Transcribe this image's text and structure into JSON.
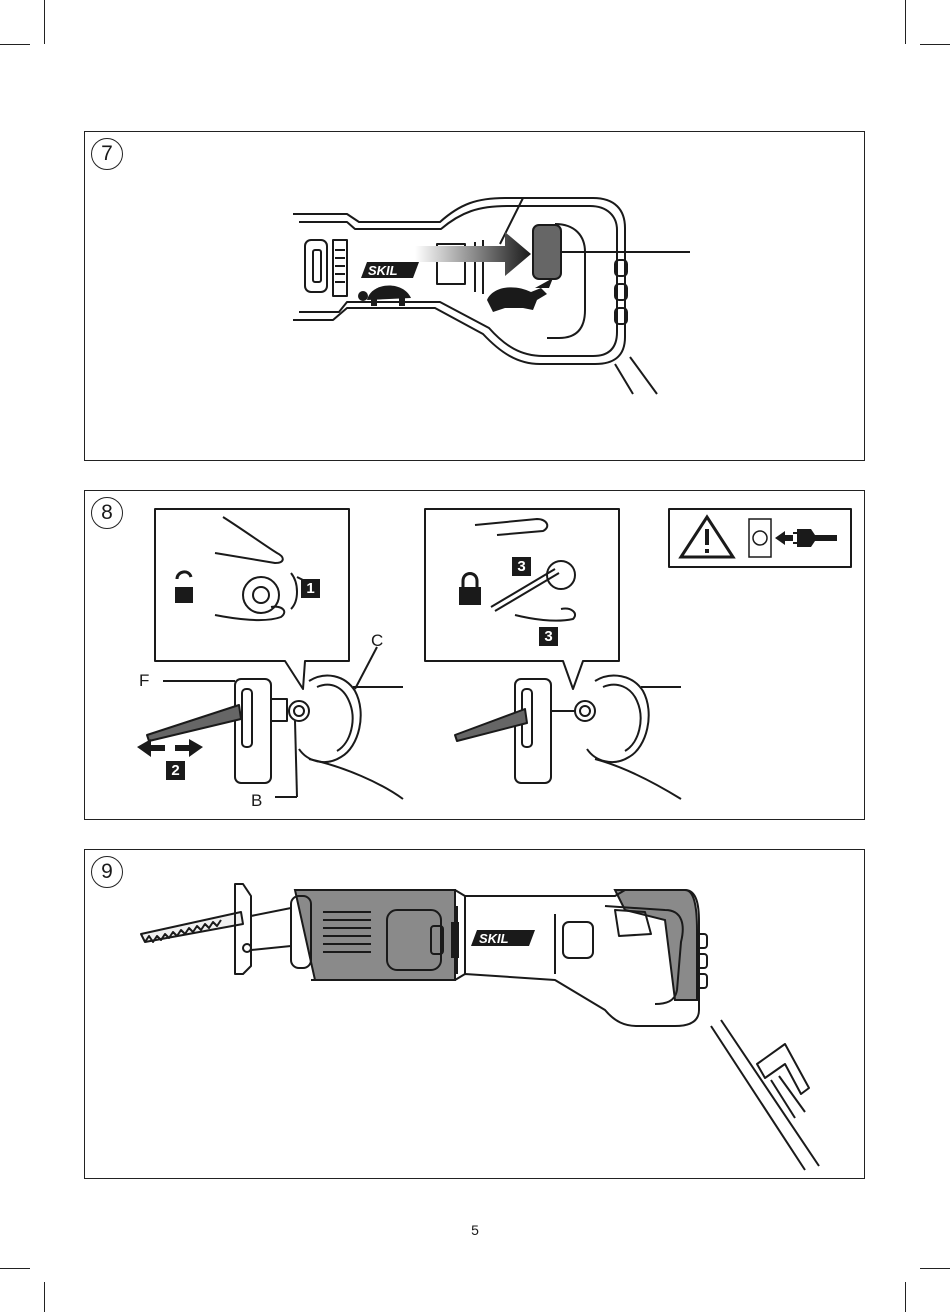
{
  "page": {
    "number": "5"
  },
  "figures": [
    {
      "number": "7",
      "brand": "SKIL"
    },
    {
      "number": "8",
      "brand": "",
      "callouts": [
        "F",
        "C",
        "B"
      ],
      "steps": [
        "1",
        "2",
        "3",
        "3"
      ]
    },
    {
      "number": "9",
      "brand": "SKIL"
    }
  ],
  "colors": {
    "ink": "#1a1a1a",
    "housing_grey": "#8a8a8a",
    "dark_grey": "#555555"
  },
  "icons": [
    "lock-open-icon",
    "lock-closed-icon",
    "warning-icon",
    "unplug-icon",
    "turtle-icon",
    "rabbit-icon",
    "arrow-icon"
  ]
}
